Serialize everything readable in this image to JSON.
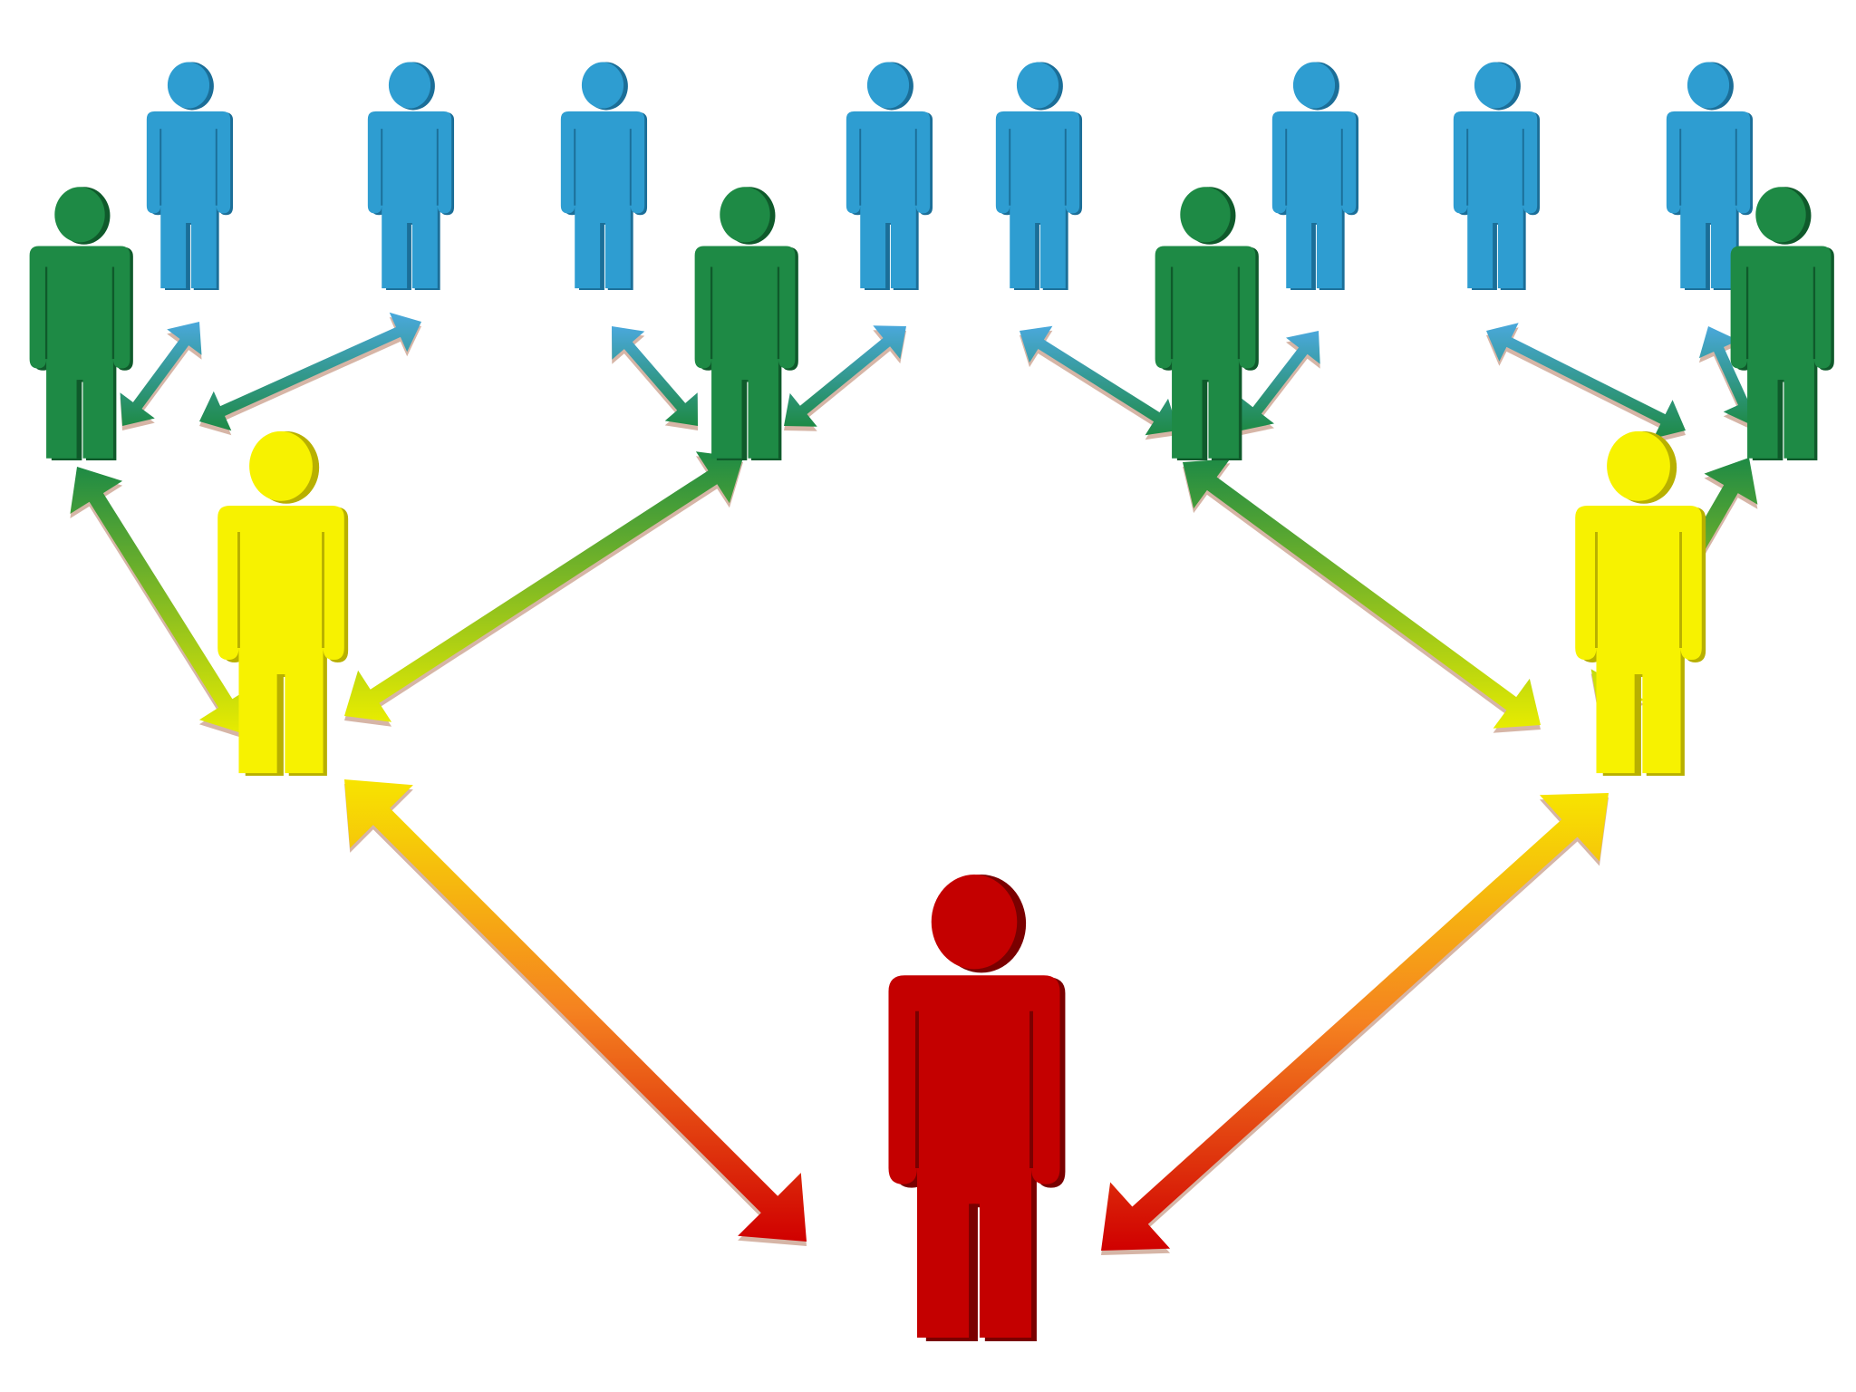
{
  "diagram": {
    "type": "hierarchy-network",
    "levels": [
      {
        "level": 0,
        "name": "root",
        "color": "#C40000",
        "shade": "#7A0000",
        "count": 1
      },
      {
        "level": 1,
        "name": "tier-1",
        "color": "#F7F200",
        "shade": "#B8B000",
        "count": 2
      },
      {
        "level": 2,
        "name": "tier-2",
        "color": "#1E8A45",
        "shade": "#0F5A2B",
        "count": 4
      },
      {
        "level": 3,
        "name": "tier-3",
        "color": "#2E9DD1",
        "shade": "#1B6E98",
        "count": 8
      }
    ],
    "nodes": [
      {
        "id": "red",
        "level": 0
      },
      {
        "id": "y1",
        "level": 1,
        "parent": "red"
      },
      {
        "id": "y2",
        "level": 1,
        "parent": "red"
      },
      {
        "id": "g1",
        "level": 2,
        "parent": "y1"
      },
      {
        "id": "g2",
        "level": 2,
        "parent": "y1"
      },
      {
        "id": "g3",
        "level": 2,
        "parent": "y2"
      },
      {
        "id": "g4",
        "level": 2,
        "parent": "y2"
      },
      {
        "id": "b1",
        "level": 3,
        "parent": "g1"
      },
      {
        "id": "b2",
        "level": 3,
        "parent": "g1"
      },
      {
        "id": "b3",
        "level": 3,
        "parent": "g2"
      },
      {
        "id": "b4",
        "level": 3,
        "parent": "g2"
      },
      {
        "id": "b5",
        "level": 3,
        "parent": "g3"
      },
      {
        "id": "b6",
        "level": 3,
        "parent": "g3"
      },
      {
        "id": "b7",
        "level": 3,
        "parent": "g4"
      },
      {
        "id": "b8",
        "level": 3,
        "parent": "g4"
      }
    ],
    "connector": "double-headed-arrow",
    "edge_gradients": {
      "red-yellow": [
        "#D00000",
        "#F58220",
        "#F7E400"
      ],
      "yellow-green": [
        "#E8EC00",
        "#1E8A45"
      ],
      "green-blue": [
        "#1E8A45",
        "#4AA8DC"
      ]
    }
  }
}
